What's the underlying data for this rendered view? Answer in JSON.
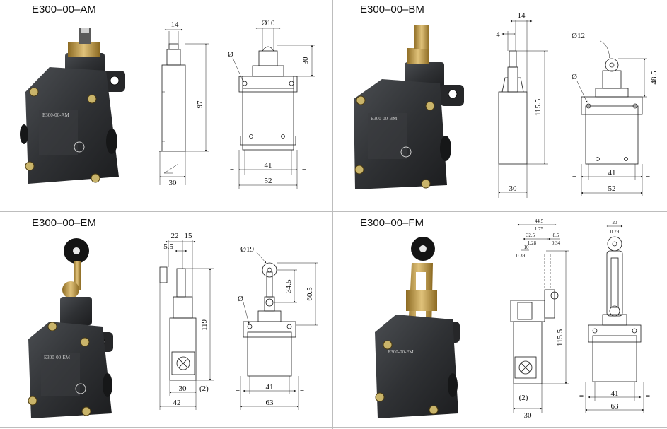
{
  "panels": {
    "am": {
      "title": "E300–00–AM",
      "dims": {
        "top_width": "14",
        "plunger_dia": "Ø10",
        "height": "97",
        "cap_height": "30",
        "depth": "30",
        "width_inner": "41",
        "width_outer": "52",
        "hole_dia": "Ø",
        "eq": "="
      },
      "label": {
        "model": "E300-00-AM"
      }
    },
    "bm": {
      "title": "E300–00–BM",
      "dims": {
        "top_width": "14",
        "roller_width": "4",
        "roller_dia": "Ø12",
        "height": "115.5",
        "cap_height": "48.5",
        "depth": "30",
        "width_inner": "41",
        "width_outer": "52",
        "hole_dia": "Ø",
        "eq": "="
      },
      "label": {
        "model": "E300-00-BM"
      }
    },
    "em": {
      "title": "E300–00–EM",
      "dims": {
        "offset_a": "22",
        "offset_b": "15",
        "offset_c": "5.5",
        "roller_dia": "Ø19",
        "height": "119",
        "arm_height": "34.5",
        "total_arm": "60.5",
        "depth": "30",
        "depth_note": "(2)",
        "depth_total": "42",
        "width_inner": "41",
        "width_outer": "63",
        "hole_dia": "Ø",
        "eq": "="
      },
      "label": {
        "model": "E300-00-EM"
      }
    },
    "fm": {
      "title": "E300–00–FM",
      "dims": {
        "w1": "44.5",
        "w1b": "1.75",
        "w2": "32.5",
        "w2b": "1.28",
        "w3": "8.5",
        "w3b": "0.34",
        "w4": "10",
        "w4b": "0.39",
        "roller_w": "20",
        "roller_wb": "0.79",
        "height": "115.5",
        "depth": "30",
        "depth_note": "(2)",
        "width_inner": "41",
        "width_outer": "63",
        "eq": "="
      },
      "label": {
        "model": "E300-00-FM"
      }
    }
  },
  "colors": {
    "body": "#2e3033",
    "body_dark": "#1d1f21",
    "brass": "#b9943f",
    "screw": "#c9b46a",
    "line": "#1a1a1a"
  }
}
